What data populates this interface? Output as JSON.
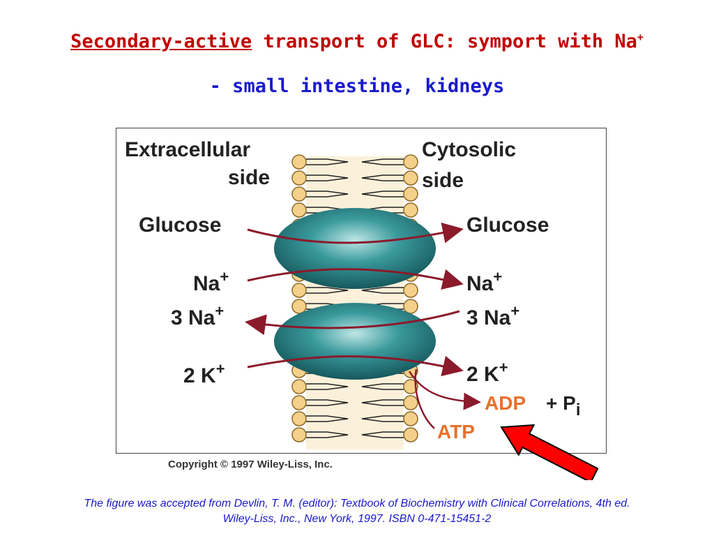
{
  "title": {
    "emphasis": "Secondary-active",
    "rest": "transport of GLC: symport with Na",
    "superscript": "+",
    "subtitle": "- small intestine, kidneys"
  },
  "diagram": {
    "extracellular_label_1": "Extracellular",
    "extracellular_label_2": "side",
    "cytosolic_label_1": "Cytosolic",
    "cytosolic_label_2": "side",
    "left": {
      "glucose": "Glucose",
      "na": "Na",
      "na_sup": "+",
      "three_na": "3 Na",
      "three_na_sup": "+",
      "two_k": "2 K",
      "two_k_sup": "+"
    },
    "right": {
      "glucose": "Glucose",
      "na": "Na",
      "na_sup": "+",
      "three_na": "3 Na",
      "three_na_sup": "+",
      "two_k": "2 K",
      "two_k_sup": "+",
      "adp": "ADP",
      "plus_pi": "+ P",
      "pi_sub": "i",
      "atp": "ATP"
    },
    "colors": {
      "protein": "#2e8b8b",
      "arrow": "#8b1a2b",
      "head": "#f5d08a",
      "atp": "#e8702a",
      "pointer": "#ff0000"
    }
  },
  "copyright": "Copyright © 1997 Wiley-Liss, Inc.",
  "citation": {
    "line1": "The figure was accepted from Devlin, T. M. (editor): Textbook of Biochemistry with Clinical Correlations, 4th ed.",
    "line2": "Wiley-Liss, Inc., New York, 1997. ISBN 0-471-15451-2"
  }
}
